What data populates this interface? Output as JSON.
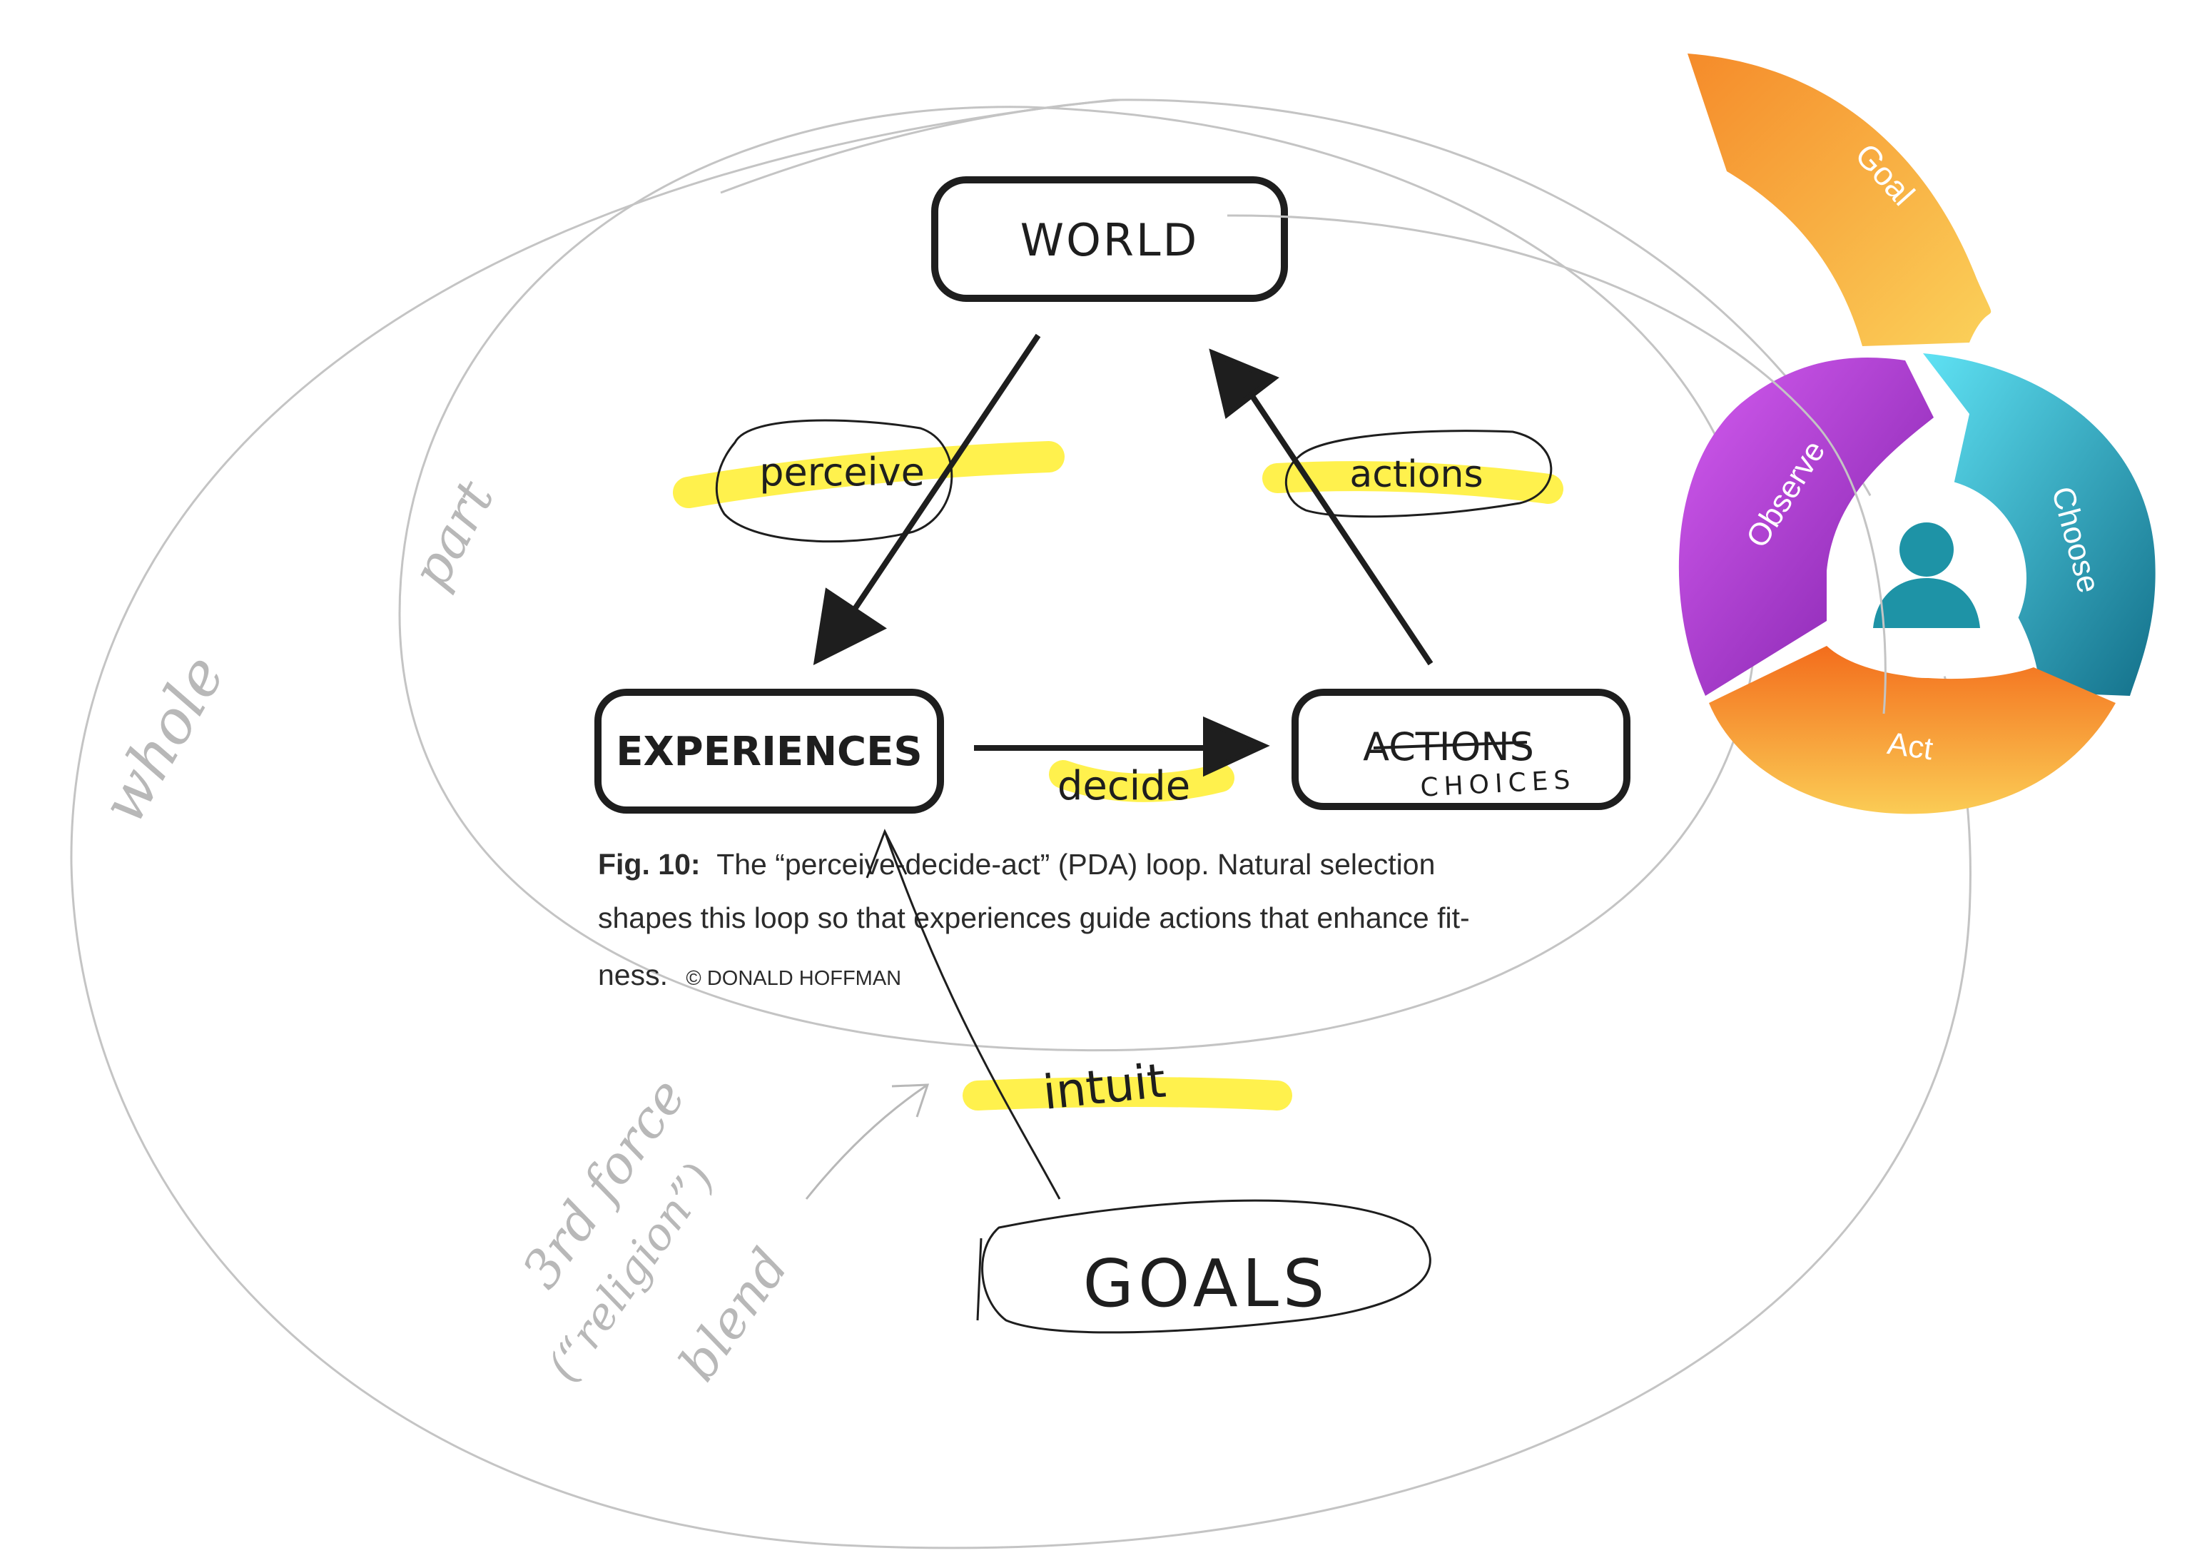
{
  "diagram": {
    "nodes": {
      "world": "WORLD",
      "experiences": "EXPERIENCES",
      "actions": "ACTIONS",
      "actions_replacement": "CHOICES",
      "goals": "GOALS"
    },
    "edge_labels": {
      "perceive": "perceive",
      "actions": "actions",
      "decide": "decide",
      "intuit": "intuit"
    },
    "caption": {
      "fig_label": "Fig. 10:",
      "line1": "The “perceive-decide-act” (PDA) loop. Natural selection",
      "line2": "shapes this loop so that experiences guide actions that enhance fit-",
      "line3": "ness.",
      "credit": "© DONALD HOFFMAN"
    },
    "margin_notes": {
      "whole": "whole",
      "part": "part",
      "third_force_1": "3rd force",
      "third_force_2": "(“religion”)",
      "third_force_3": "blend"
    },
    "wheel": {
      "goal": "Goal",
      "observe": "Observe",
      "choose": "Choose",
      "act": "Act"
    },
    "colors": {
      "highlight": "#fff03a",
      "ink": "#1e1e1e",
      "pencil": "#bdbdbd",
      "goal": "#f7a93b",
      "observe": "#b23bd6",
      "choose": "#1fb3d1",
      "act": "#f59a2c",
      "person": "#1e93a6"
    }
  }
}
